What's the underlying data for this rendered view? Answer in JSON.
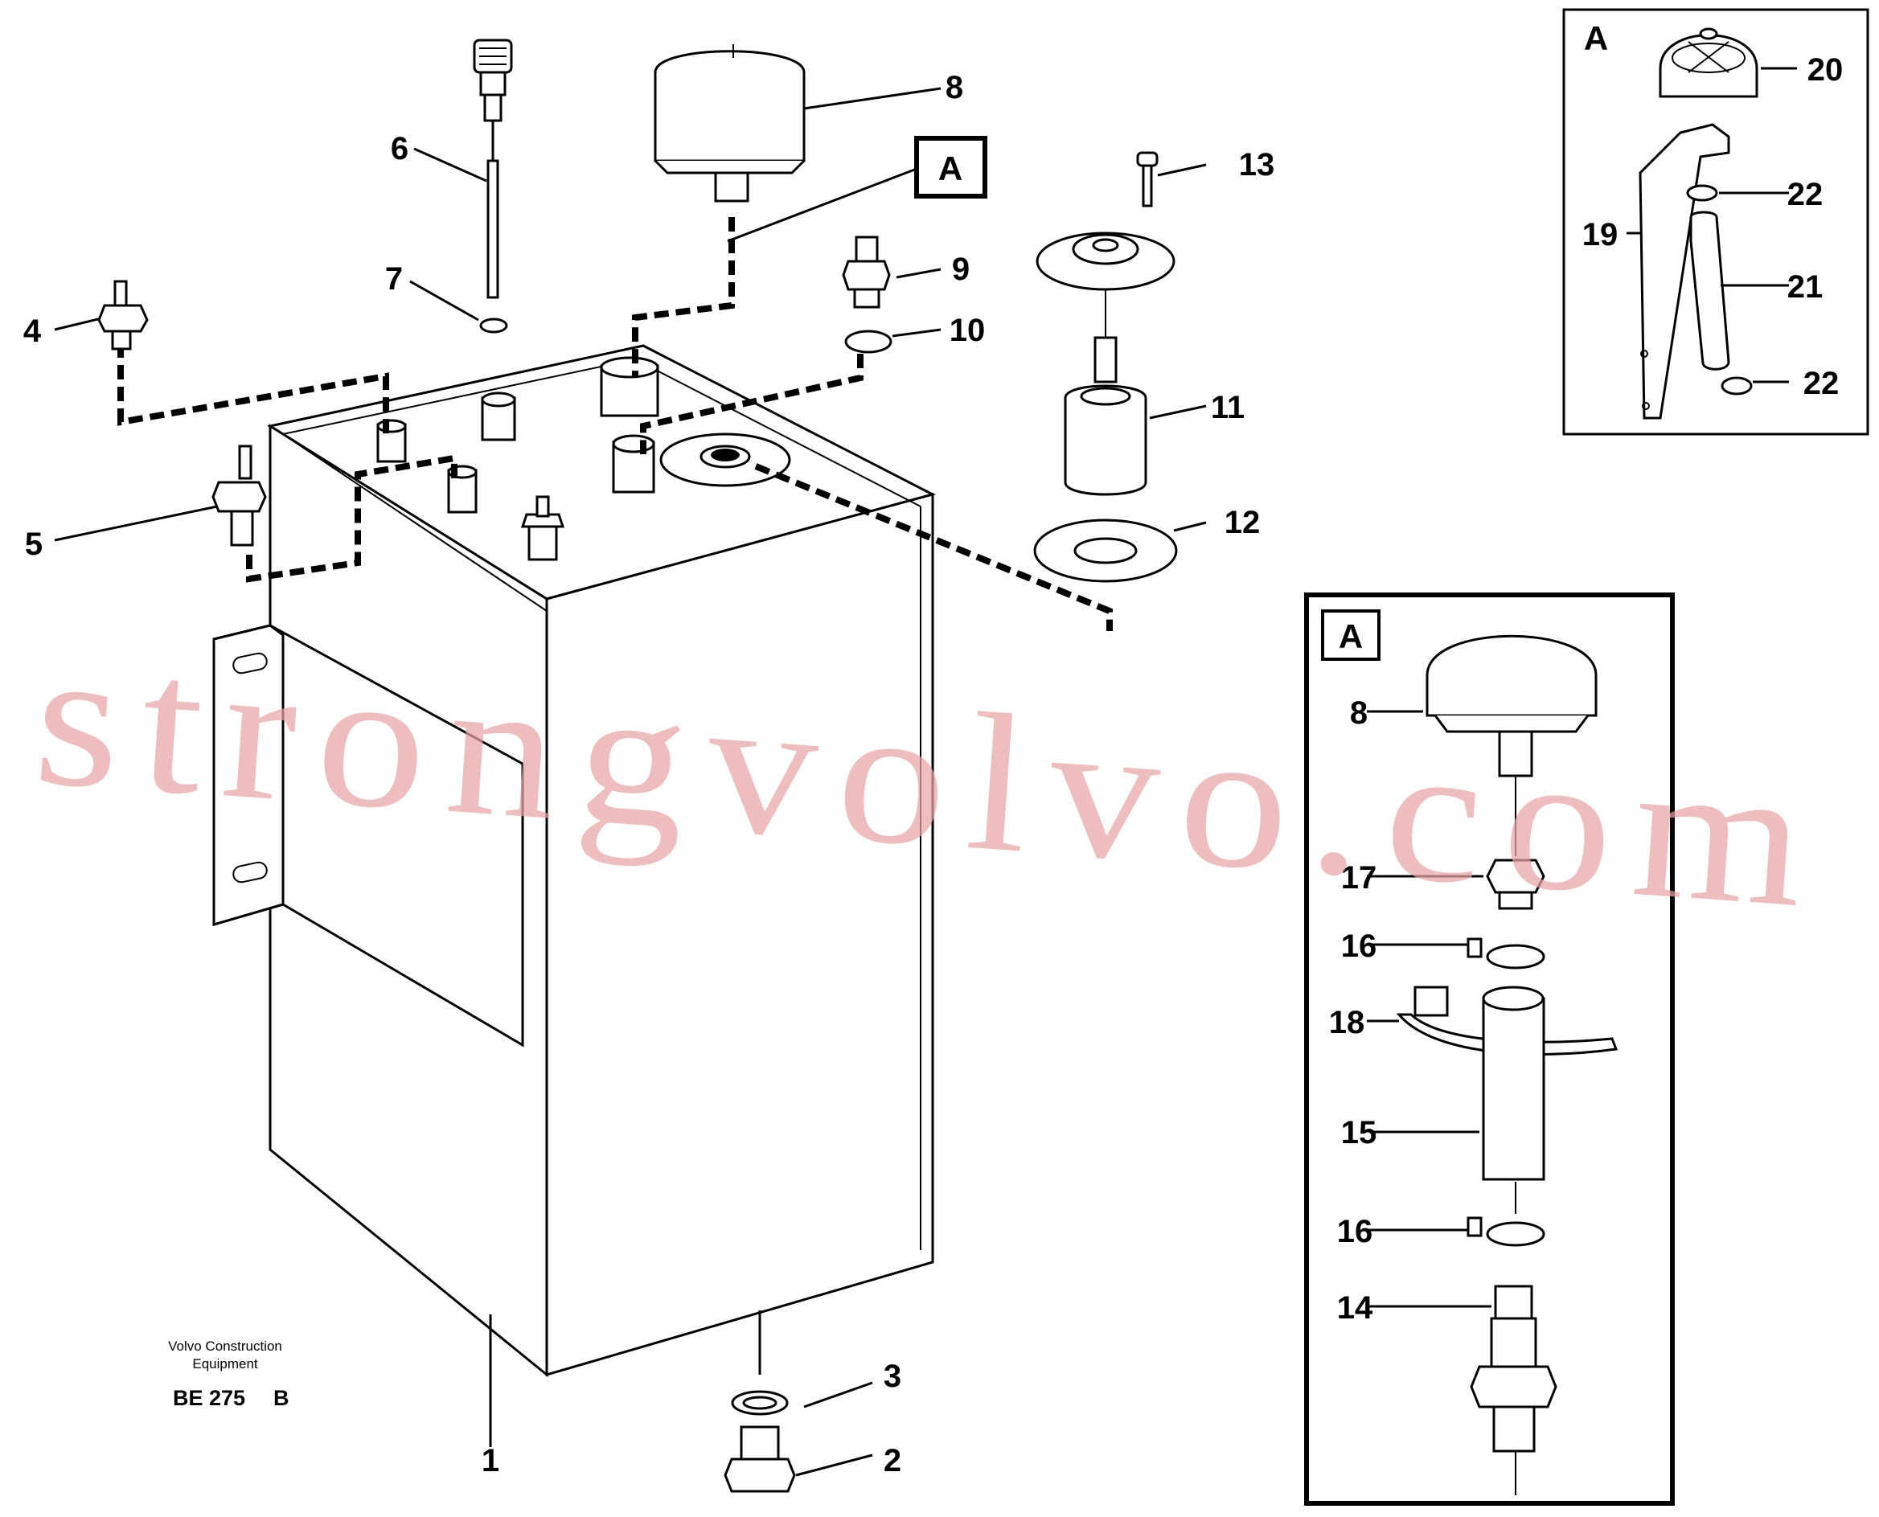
{
  "callouts": {
    "n1": "1",
    "n2": "2",
    "n3": "3",
    "n4": "4",
    "n5": "5",
    "n6": "6",
    "n7": "7",
    "n8": "8",
    "n9": "9",
    "n10": "10",
    "n11": "11",
    "n12": "12",
    "n13": "13",
    "d8": "8",
    "d14": "14",
    "d15": "15",
    "d16a": "16",
    "d16b": "16",
    "d17": "17",
    "d18": "18",
    "i19": "19",
    "i20": "20",
    "i21": "21",
    "i22a": "22",
    "i22b": "22"
  },
  "detail_labels": {
    "main_ref": "A",
    "detail_top": "A",
    "detail_right": "A"
  },
  "credit": {
    "line1": "Volvo Construction",
    "line2": "Equipment",
    "code": "BE 275",
    "rev": "B"
  },
  "watermark": "strongvolvo.com"
}
